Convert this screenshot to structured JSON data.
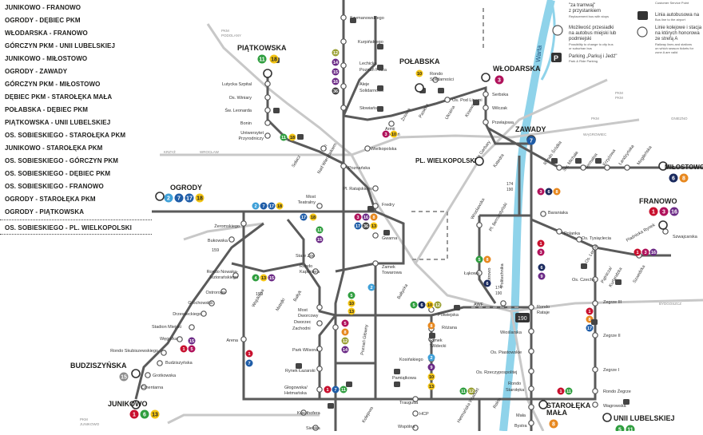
{
  "routes": [
    "JUNIKOWO - FRANOWO",
    "OGRODY - DĘBIEC PKM",
    "WŁODARSKA - FRANOWO",
    "GÓRCZYN PKM - UNII LUBELSKIEJ",
    "JUNIKOWO - MIŁOSTOWO",
    "OGRODY - ZAWADY",
    "GÓRCZYN PKM - MIŁOSTOWO",
    "DĘBIEC PKM - STAROŁĘKA MAŁA",
    "POŁABSKA - DĘBIEC PKM",
    "PIĄTKOWSKA - UNII LUBELSKIEJ",
    "OS. SOBIESKIEGO - STAROŁĘKA PKM",
    "JUNIKOWO - STAROŁĘKA PKM",
    "OS. SOBIESKIEGO - GÓRCZYN PKM",
    "OS. SOBIESKIEGO - DĘBIEC PKM",
    "OS. SOBIESKIEGO - FRANOWO",
    "OGRODY - STAROŁĘKA PKM",
    "OGRODY - PIĄTKOWSKA"
  ],
  "extra_route": "OS. SOBIESKIEGO - PL. WIELKOPOLSKI",
  "legend": {
    "za_tramwaj_1": "\"za tramwaj\"",
    "za_tramwaj_2": "z przystankiem",
    "replacement": "Replacement bus with stops",
    "transfer_pl_1": "Możliwość przesiadki",
    "transfer_pl_2": "na autobus miejski lub",
    "transfer_pl_3": "podmiejski",
    "transfer_en_1": "Possibility to change to city bus",
    "transfer_en_2": "or suburban bus",
    "airport_pl": "Linia autobusowa na",
    "airport_en": "Bus line to the airport",
    "rail_pl_1": "Linie kolejowe i stacja",
    "rail_pl_2": "na których honorowa",
    "rail_pl_3": "ze strefą A",
    "rail_en_1": "Railway lines and stations",
    "rail_en_2": "on which season tickets for",
    "rail_en_3": "zone A are valid",
    "parking_pl": "Parking „Parkuj i Jedź\"",
    "parking_en": "Park & Ride Parking",
    "customer_service": "Customer Service Point",
    "parking_symbol": "P"
  },
  "river": "Warta",
  "hubs": {
    "piatkowska": "PIĄTKOWSKA",
    "polabska": "POŁABSKA",
    "wlodarska": "WŁODARSKA",
    "zawady": "ZAWADY",
    "pl_wielkopolski": "PL. WIELKOPOLSKI",
    "milostowo": "MIŁOSTOWO",
    "ogrody": "OGRODY",
    "franowo": "FRANOWO",
    "budziszynska": "BUDZISZYŃSKA",
    "junikowo": "JUNIKOWO",
    "starolekamala_1": "STAROŁĘKA",
    "starolekamala_2": "MAŁA",
    "unii": "UNII LUBELSKIEJ"
  },
  "stops": {
    "szymanowskiego": "Szymanowskiego",
    "kurpinskiego": "Kurpińskiego",
    "lechicka_1": "Lechicka",
    "lechicka_2": "Poznań Plaza",
    "aleje_1": "Aleje",
    "aleje_2": "Solidarności",
    "slowianska": "Słowiańska",
    "rondo_sol_1": "Rondo",
    "rondo_sol_2": "Solidarności",
    "serbska": "Serbska",
    "wilczak": "Wilczak",
    "przelajowa": "Przełajowa",
    "os_pod_lipami": "Os. Pod Lipami",
    "lutycka": "Lutycka Szpital",
    "sw_winiary": "Os. Winiary",
    "sw_leonarda": "Św. Leonarda",
    "bonin": "Bonin",
    "uniw_1": "Uniwersytet",
    "uniw_2": "Przyrodniczy",
    "solacz": "Sołacz",
    "nad_wierzbakiem": "Nad Wierzbakiem",
    "kiln": "Kiln",
    "armii_1": "Armii",
    "armii_2": "Poznań",
    "zniwna": "Żniwna",
    "pasieka": "Pasieka",
    "ukrainska": "Ukraina",
    "kinowa": "Kinowa",
    "wielkopolska": "Wielkopolska",
    "poznanska": "Poznańska",
    "mala_garbary": "Mała Garbary",
    "katedra": "Katedra",
    "rondo_sroda": "Rondo Śródka",
    "sw_michala": "Św. Michała",
    "termalna": "Termalna",
    "krzyzowa": "Krzyżowa",
    "lwowska": "Łandzyńska",
    "mogilenska": "Mogileńska",
    "pl_ratajskiego": "Pl. Ratajskiego",
    "most_teatr_1": "Most",
    "most_teatr_2": "Teatralny",
    "fredry": "Fredry",
    "gwarna": "Gwarna",
    "zeromskiego": "Żeromskiego",
    "bukowska": "Bukowska",
    "stare_zoo": "Stare Zoo",
    "rondo_kap_1": "Rondo",
    "rondo_kap_2": "Kaponiera",
    "zamek_1": "Zamek",
    "zamek_2": "Towarowa",
    "wroclawska": "Wrocławska",
    "pl_bernardynski": "Pl. Bernardyński",
    "baraniaka": "Baraniaka",
    "polanka": "Polanka",
    "os_tysiaclecia": "Os. Tysiąclecia",
    "pestki": "Os. Lecha",
    "piotrowo": "Piotrowo",
    "lakowa": "Łąkowa",
    "politechnika": "Politechnika",
    "szwajcarska": "Szwajcarska",
    "rondo_nowaka_1": "Rondo Nowaka-",
    "rondo_nowaka_2": "Jeziorańskiego",
    "ostroroga": "Ostroroga",
    "wojskowa": "Wojskowa",
    "mateja": "Matejki",
    "bulwar": "Bałtyk",
    "most_dw_1": "Most",
    "most_dw_2": "Dworcowy",
    "dworzec_1": "Dworzec",
    "dworzec_2": "Zachodni",
    "grochowska": "Grochowska",
    "drzewieckiego": "Drzewieckiego",
    "stadion": "Stadion Miejski",
    "wegorka": "Węgorka",
    "rondo_skub": "Rondo Skubiszewskiego",
    "budziszynska_stop": "Budziszyńska",
    "grotkowska": "Grotkowska",
    "cmentarna": "Cmentarna",
    "arena": "Arena",
    "park_wilsona": "Park Wilsona",
    "rynek_laz": "Rynek Łazarski",
    "glogowska_1": "Głogowska/",
    "glogowska_2": "Hetmańska",
    "krauthofera": "Krauthofera",
    "sielska": "Sielska",
    "kolejowa": "Kolejowa",
    "traugutta": "Traugutta",
    "hcp": "HCP",
    "wspolna": "Wspólna",
    "rynek_wild_1": "Rynek",
    "rynek_wild_2": "Wildecki",
    "kosinskiego": "Kosińskiego",
    "pamiatkowa": "Pamiątkowa",
    "poznan_gl": "Poznań Główny",
    "polwiejska": "Półwiejska",
    "rozana": "Różana",
    "awf": "AWF",
    "rondo_rat_1": "Rondo",
    "rondo_rat_2": "Rataje",
    "wioslarska": "Wioślarska",
    "os_piastowskie": "Os. Piastowskie",
    "os_rzeczpospolitej": "Os. Rzeczypospolitej",
    "rolna": "Rolna",
    "starolecka_1": "Rondo",
    "starolecka_2": "Starołęka",
    "os_czecha": "Os. Czecha",
    "zegrze_iii": "Zegrze III",
    "zegrze_ii": "Zegrze II",
    "zegrze_i": "Zegrze I",
    "rondo_zegrze": "Rondo Żegrze",
    "wagrowska": "Wagrowska",
    "mala_stop": "Mała",
    "bystra": "Bystra",
    "hetmanska": "Hetmańska Wiadukt",
    "baltycka": "Bałtycka",
    "pl_lecha": "Piaśnicka Rynek",
    "pasterska": "Pasterska",
    "pamp_1": "Pątnicza/",
    "pamp_2": "Kurlandzka",
    "szwedzka": "Szwedzka",
    "km_174": "174",
    "km_190": "190",
    "km_159": "159",
    "km_174b": "174",
    "km_190b": "190",
    "badge_190": "190",
    "pkm_poz": "PKM",
    "pkm_podolany": "PODOLANY",
    "pkm_garbary": "PKM",
    "pkm_karolin": "PKM",
    "pkm_kobylepole": "PKM",
    "pkm_junikowo": "PKM",
    "pkm_junikowo_2": "JUNIKOWO",
    "wroclaw": "WROCŁAW",
    "krzyz": "KRZYŻ",
    "wagrowiec": "WĄGROWIEC",
    "gniezno": "GNIEZNO",
    "bydgoszcz": "BYDGOSZCZ"
  },
  "colors": {
    "line_dark": "#595959",
    "river": "#8fd3ea",
    "green": "#2f9e3f",
    "yellow": "#f3c413",
    "blue": "#1f5da8",
    "lightblue": "#3fa0d8",
    "red": "#c8102e",
    "purple": "#6b2a86",
    "magenta": "#b0125b",
    "orange": "#e7881f",
    "grey": "#8c8c8c",
    "olive": "#9aa034",
    "darkblue": "#1a2a5e"
  }
}
